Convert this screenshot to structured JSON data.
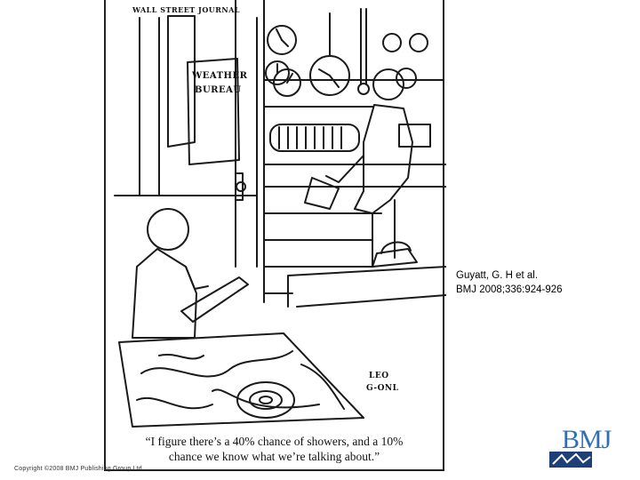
{
  "cartoon": {
    "newspaper": "WALL STREET JOURNAL",
    "sign_line1": "WEATHER",
    "sign_line2": "BUREAU",
    "signature_line1": "LEO",
    "signature_line2": "G-ONL",
    "caption_line1": "“I figure there’s a 40% chance of showers, and a 10%",
    "caption_line2": "chance we know what we’re talking about.”"
  },
  "citation": {
    "line1": "Guyatt, G. H et al.",
    "line2": "BMJ 2008;336:924-926"
  },
  "footer": {
    "copyright": "Copyright ©2008 BMJ Publishing Group Ltd."
  },
  "logo": {
    "text": "BMJ",
    "color": "#2e6fb8"
  }
}
